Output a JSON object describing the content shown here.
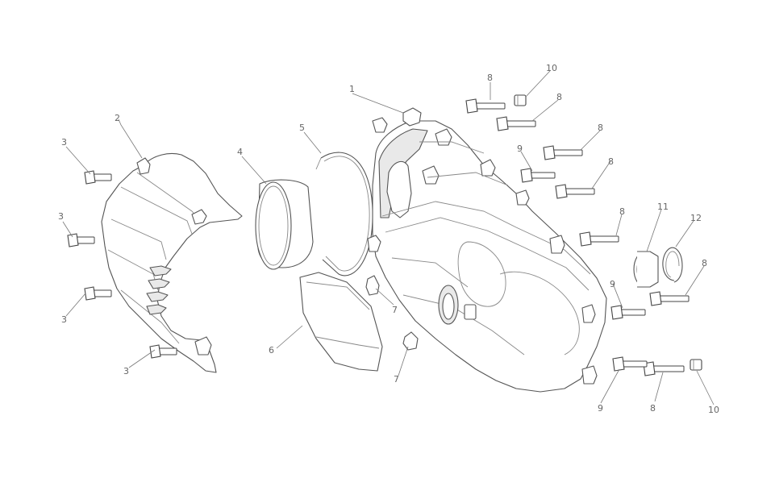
{
  "callouts": [
    {
      "id": "c1",
      "label": "1"
    },
    {
      "id": "c2",
      "label": "2"
    },
    {
      "id": "c3a",
      "label": "3"
    },
    {
      "id": "c3b",
      "label": "3"
    },
    {
      "id": "c3c",
      "label": "3"
    },
    {
      "id": "c3d",
      "label": "3"
    },
    {
      "id": "c4",
      "label": "4"
    },
    {
      "id": "c5",
      "label": "5"
    },
    {
      "id": "c6",
      "label": "6"
    },
    {
      "id": "c7a",
      "label": "7"
    },
    {
      "id": "c7b",
      "label": "7"
    },
    {
      "id": "c8a",
      "label": "8"
    },
    {
      "id": "c8b",
      "label": "8"
    },
    {
      "id": "c8c",
      "label": "8"
    },
    {
      "id": "c8d",
      "label": "8"
    },
    {
      "id": "c8e",
      "label": "8"
    },
    {
      "id": "c8f",
      "label": "8"
    },
    {
      "id": "c8g",
      "label": "8"
    },
    {
      "id": "c9a",
      "label": "9"
    },
    {
      "id": "c9b",
      "label": "9"
    },
    {
      "id": "c9c",
      "label": "9"
    },
    {
      "id": "c10a",
      "label": "10"
    },
    {
      "id": "c10b",
      "label": "10"
    },
    {
      "id": "c11",
      "label": "11"
    },
    {
      "id": "c12",
      "label": "12"
    }
  ]
}
